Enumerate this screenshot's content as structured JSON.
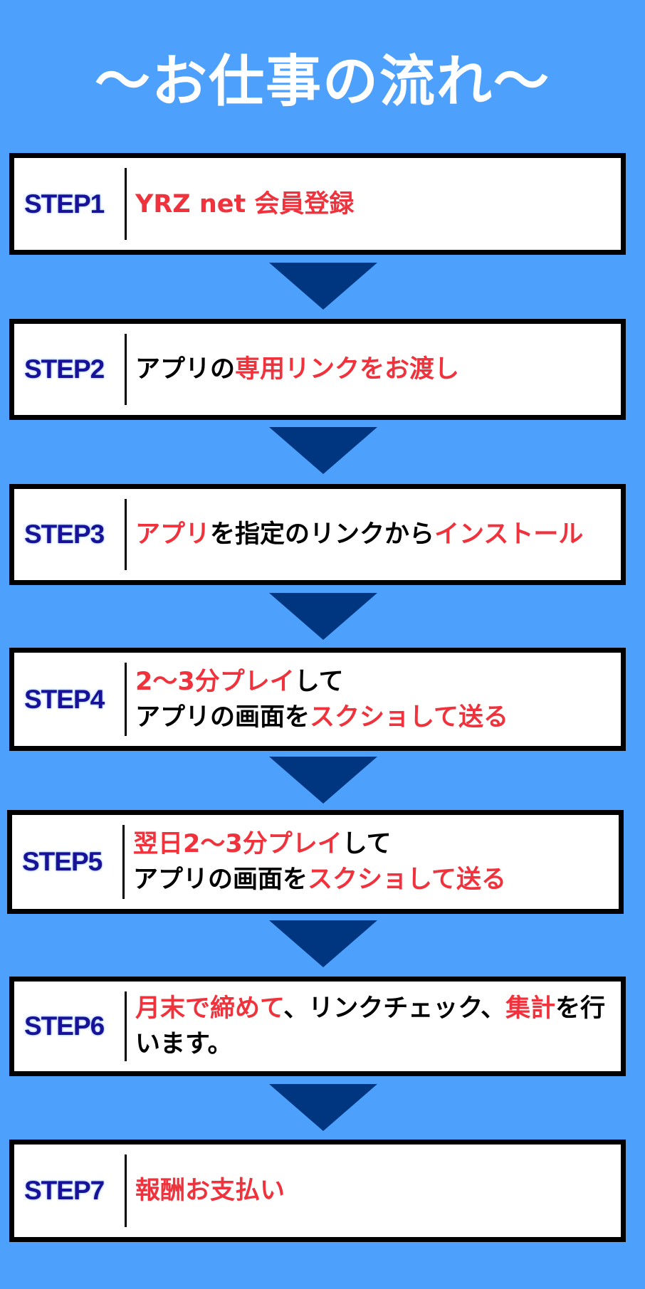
{
  "title": "〜お仕事の流れ〜",
  "colors": {
    "background": "#4da1fd",
    "highlight": "#f0323c",
    "step_label": "#1a1296",
    "arrow": "#003580"
  },
  "steps": [
    {
      "label": "STEP1",
      "lines": [
        [
          {
            "t": "YRZ  net  会員登録",
            "red": true
          }
        ]
      ]
    },
    {
      "label": "STEP2",
      "lines": [
        [
          {
            "t": "アプリの",
            "red": false
          },
          {
            "t": "専用リンクをお渡し",
            "red": true
          }
        ]
      ]
    },
    {
      "label": "STEP3",
      "lines": [
        [
          {
            "t": "アプリ",
            "red": true
          },
          {
            "t": "を指定のリンクから",
            "red": false
          },
          {
            "t": "インストール",
            "red": true
          }
        ]
      ]
    },
    {
      "label": "STEP4",
      "lines": [
        [
          {
            "t": "2〜3分プレイ",
            "red": true
          },
          {
            "t": "して",
            "red": false
          }
        ],
        [
          {
            "t": "アプリの画面を",
            "red": false
          },
          {
            "t": "スクショして送る",
            "red": true
          }
        ]
      ]
    },
    {
      "label": "STEP5",
      "lines": [
        [
          {
            "t": "翌日2〜3分プレイ",
            "red": true
          },
          {
            "t": "して",
            "red": false
          }
        ],
        [
          {
            "t": "アプリの画面を",
            "red": false
          },
          {
            "t": "スクショして送る",
            "red": true
          }
        ]
      ]
    },
    {
      "label": "STEP6",
      "lines": [
        [
          {
            "t": "月末で締めて",
            "red": true
          },
          {
            "t": "、リンクチェック、",
            "red": false
          },
          {
            "t": "集計",
            "red": true
          },
          {
            "t": "を行",
            "red": false
          }
        ],
        [
          {
            "t": "います。",
            "red": false
          }
        ]
      ]
    },
    {
      "label": "STEP7",
      "lines": [
        [
          {
            "t": "報酬お支払い",
            "red": true
          }
        ]
      ]
    }
  ]
}
